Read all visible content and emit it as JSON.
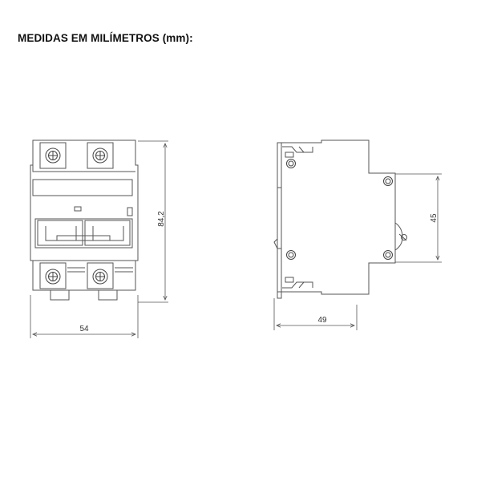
{
  "title": "MEDIDAS EM MILÍMETROS (mm):",
  "dimensions": {
    "front_width": "54",
    "front_height": "84,2",
    "side_depth": "49",
    "side_height": "45"
  }
}
